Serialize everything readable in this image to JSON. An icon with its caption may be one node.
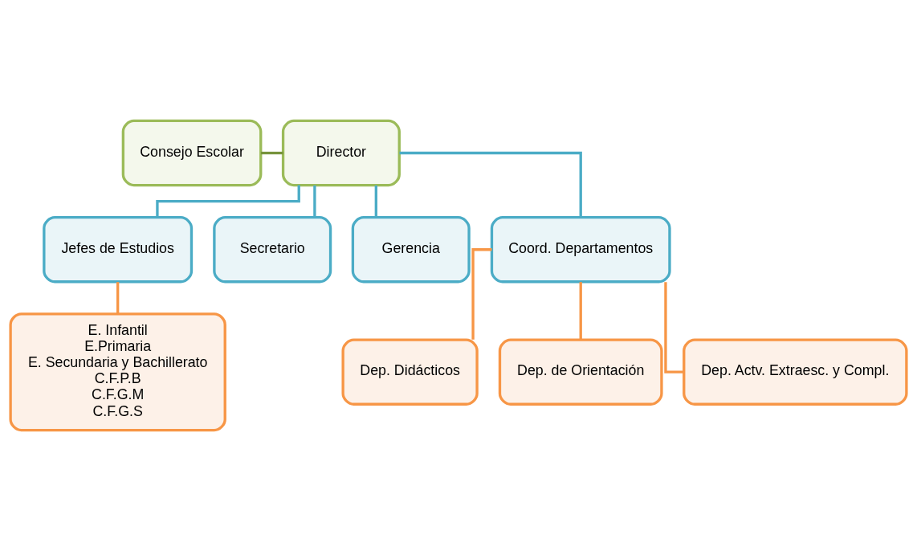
{
  "diagram": {
    "nodes": [
      {
        "text": [
          "Consejo Escolar"
        ]
      },
      {
        "text": [
          "Director"
        ]
      },
      {
        "text": [
          "Jefes de Estudios"
        ]
      },
      {
        "text": [
          "Secretario"
        ]
      },
      {
        "text": [
          "Gerencia"
        ]
      },
      {
        "text": [
          "Coord. Departamentos"
        ]
      },
      {
        "text": [
          "E. Infantil",
          "E.Primaria",
          "E. Secundaria y Bachillerato",
          "C.F.P.B",
          "C.F.G.M",
          "C.F.G.S"
        ]
      },
      {
        "text": [
          "Dep. Didácticos"
        ]
      },
      {
        "text": [
          "Dep. de Orientación"
        ]
      },
      {
        "text": [
          "Dep. Actv. Extraesc. y Compl."
        ]
      }
    ],
    "edges": [
      {
        "from": 0,
        "to": 1,
        "arrow": "none",
        "color": "#77933c"
      },
      {
        "from": 1,
        "to": 2,
        "arrow": "none",
        "color": "#4bacc6"
      },
      {
        "from": 1,
        "to": 3,
        "arrow": "none",
        "color": "#4bacc6"
      },
      {
        "from": 1,
        "to": 4,
        "arrow": "none",
        "color": "#4bacc6"
      },
      {
        "from": 1,
        "to": 5,
        "arrow": "none",
        "color": "#4bacc6"
      },
      {
        "from": 2,
        "to": 6,
        "arrow": "none",
        "color": "#f79646"
      },
      {
        "from": 5,
        "to": 7,
        "arrow": "none",
        "color": "#f79646"
      },
      {
        "from": 5,
        "to": 8,
        "arrow": "none",
        "color": "#f79646"
      },
      {
        "from": 5,
        "to": 9,
        "arrow": "none",
        "color": "#f79646"
      }
    ]
  }
}
